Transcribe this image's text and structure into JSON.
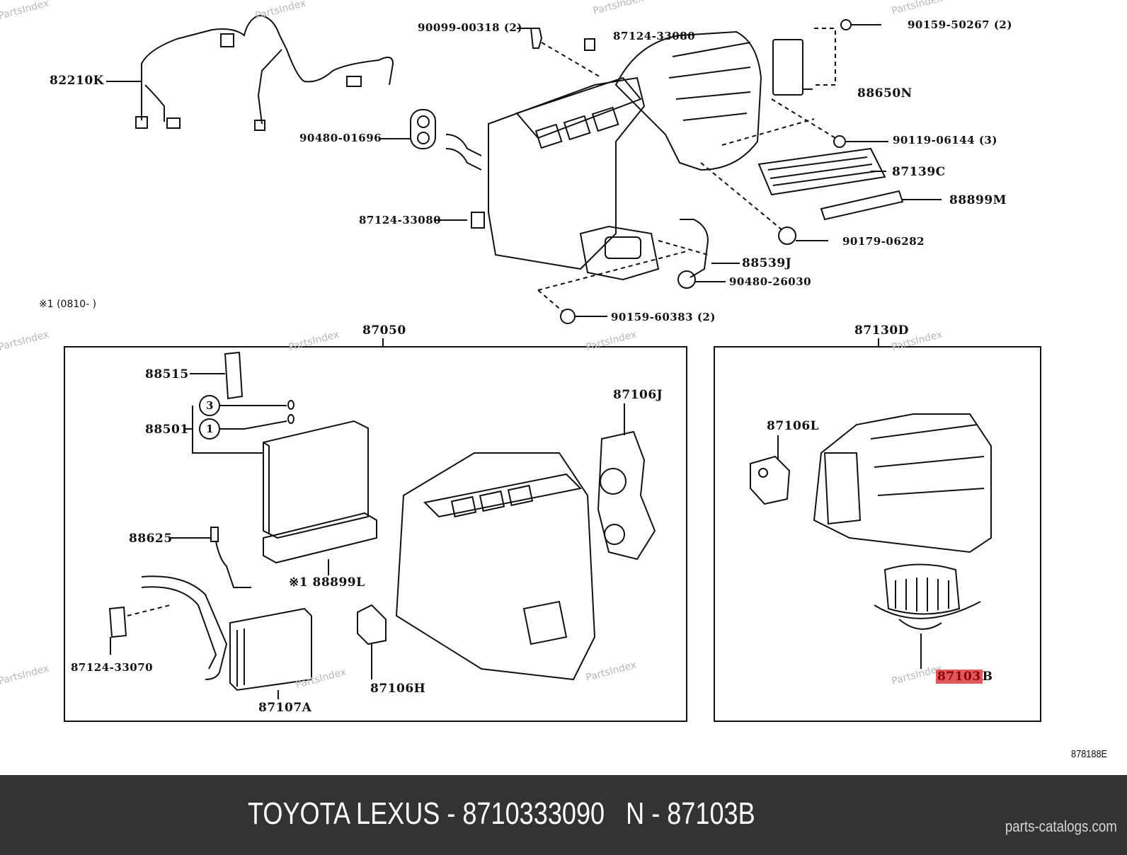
{
  "diagram": {
    "watermark": "PartsIndex",
    "note": "※1 (0810-      )",
    "code_ref": "878188E",
    "groups": {
      "left_box": "87050",
      "right_box": "87130D"
    },
    "upper_labels": {
      "harness": "82210K",
      "screw_top": "90099-00318 (2)",
      "pad_top": "87124-33080",
      "grommet": "90480-01696",
      "pad_side": "87124-33080",
      "screw_right": "90159-50267 (2)",
      "amplifier": "88650N",
      "screw_mid": "90119-06144 (3)",
      "filter": "87139C",
      "filter_cover": "88899M",
      "clip": "90179-06282",
      "drain_hose": "88539J",
      "drain_grommet": "90480-26030",
      "screw_bottom": "90159-60383 (2)"
    },
    "left_box_labels": {
      "expansion_valve": "88515",
      "o_ring_ref": "88501",
      "circle_3": "3",
      "circle_1": "1",
      "sensor": "88625",
      "evap_cover": "※1 88899L",
      "clamp": "87124-33070",
      "heater_core": "87107A",
      "servo_h": "87106H",
      "servo_j": "87106J"
    },
    "right_box_labels": {
      "servo_l": "87106L",
      "blower_motor": "87103B",
      "blower_motor_highlight": "87103"
    },
    "colors": {
      "highlight": "#e2585c",
      "footer_bg": "#333333"
    }
  },
  "footer": {
    "title": "TOYOTA LEXUS - 8710333090   N - 87103B",
    "site": "parts-catalogs.com"
  }
}
